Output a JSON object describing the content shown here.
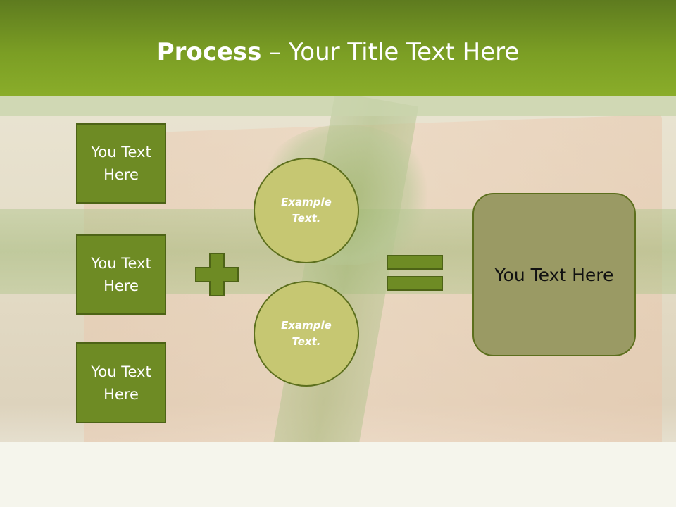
{
  "title": {
    "bold": "Process",
    "rest": " – Your Title Text Here"
  },
  "boxes": [
    {
      "label": "You Text Here"
    },
    {
      "label": "You Text Here"
    },
    {
      "label": "You Text Here"
    }
  ],
  "circles": [
    {
      "label": "Example Text."
    },
    {
      "label": "Example Text."
    }
  ],
  "result": {
    "label": "You Text Here"
  },
  "icons": {
    "plus": "plus-icon",
    "equals": "equals-icon"
  },
  "colors": {
    "header": "#7b9e24",
    "box": "#6e8b24",
    "circle": "#c6c772",
    "result": "#9a9a64"
  }
}
